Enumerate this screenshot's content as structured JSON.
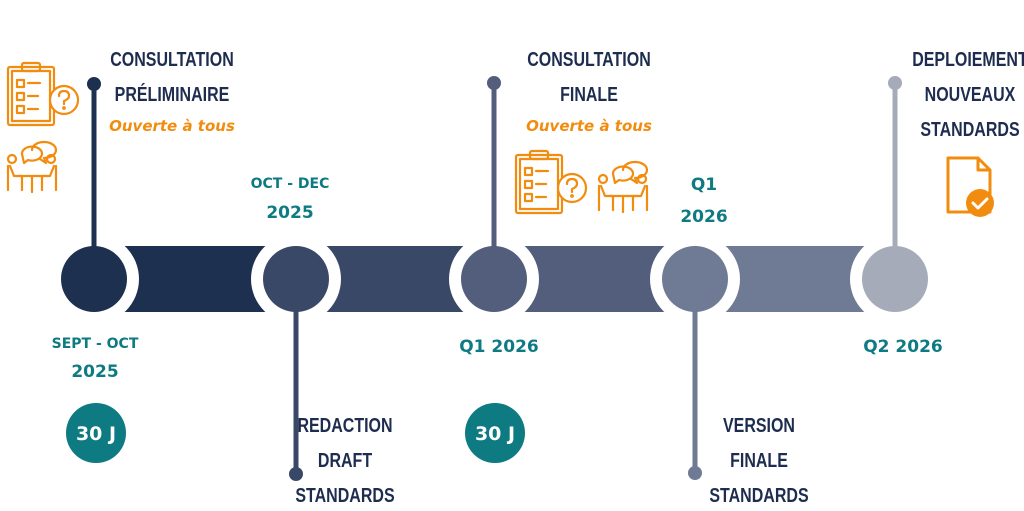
{
  "colors": {
    "stage1": "#1e3050",
    "stage2": "#3a4868",
    "stage3": "#525e7c",
    "stage4": "#6f7a94",
    "stage5": "#a5abb9",
    "accent": "#f28c0f",
    "teal": "#0e7a82"
  },
  "milestones": [
    {
      "title": [
        "CONSULTATION",
        "PRÉLIMINAIRE"
      ],
      "subtitle": "Ouverte à tous",
      "date_line1": "SEPT - OCT",
      "date_line2": "2025",
      "badge": "30 J"
    },
    {
      "title": [
        "REDACTION",
        "DRAFT",
        "STANDARDS"
      ],
      "date_line1": "OCT - DEC",
      "date_line2": "2025"
    },
    {
      "title": [
        "CONSULTATION",
        "FINALE"
      ],
      "subtitle": "Ouverte à tous",
      "date": "Q1 2026",
      "badge": "30 J"
    },
    {
      "title": [
        "VERSION",
        "FINALE",
        "STANDARDS"
      ],
      "date_line1": "Q1",
      "date_line2": "2026"
    },
    {
      "title": [
        "DEPLOIEMENT",
        "NOUVEAUX",
        "STANDARDS"
      ],
      "date": "Q2 2026"
    }
  ],
  "icons": [
    "clipboard-question-icon",
    "meeting-icon",
    "certified-document-icon"
  ]
}
